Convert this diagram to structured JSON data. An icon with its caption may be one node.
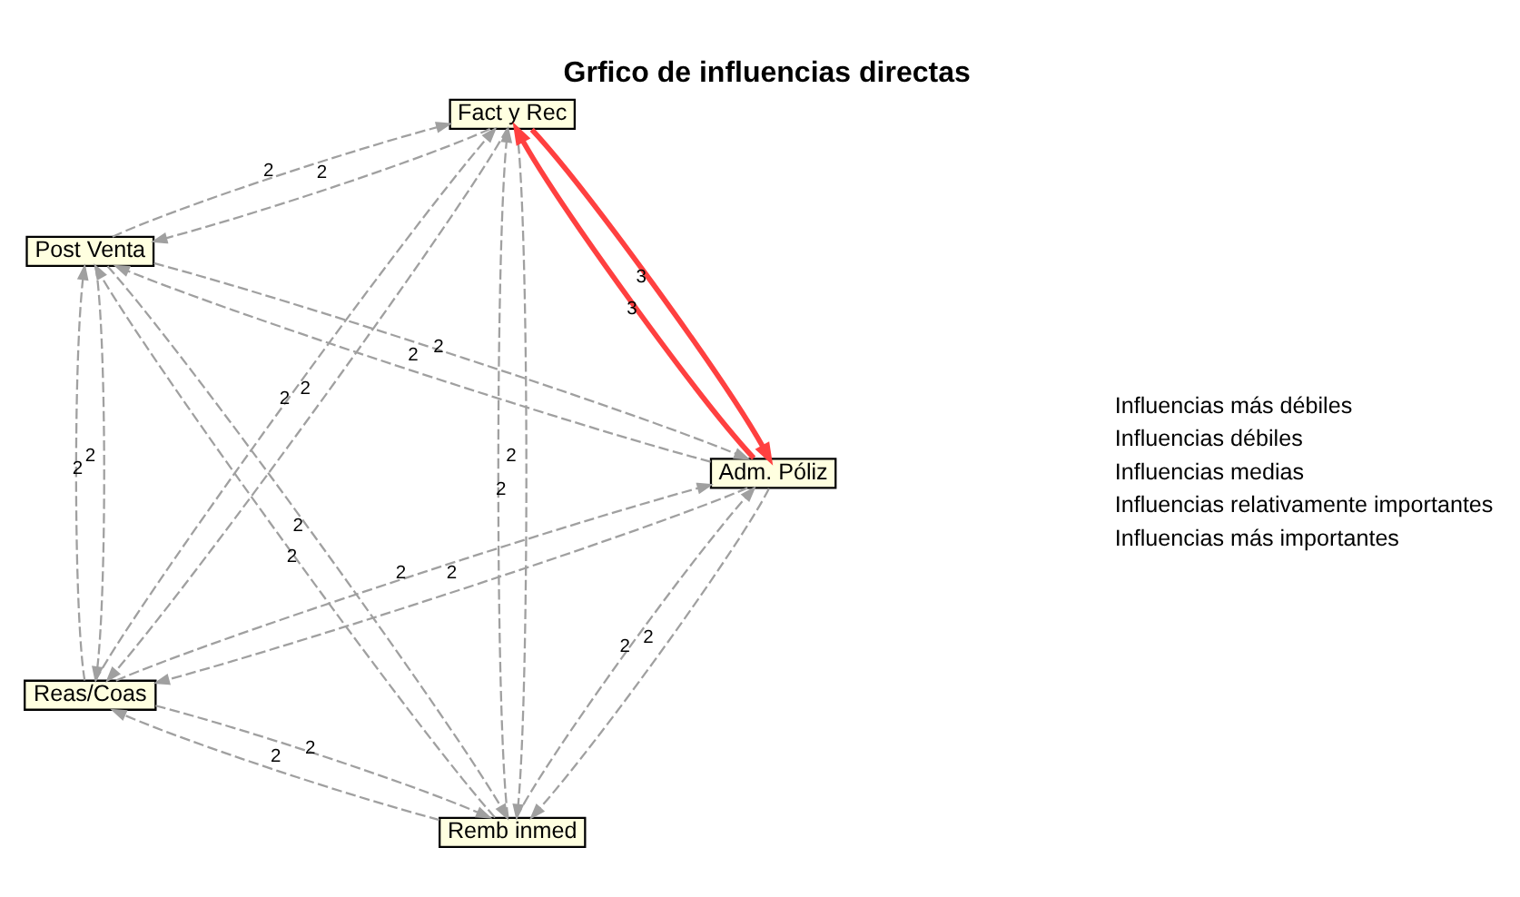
{
  "diagram": {
    "title": "Grfico de influencias directas",
    "nodes": [
      {
        "text": [
          "Fact y Rec"
        ]
      },
      {
        "text": [
          "Post Venta"
        ]
      },
      {
        "text": [
          "Remb inmed"
        ]
      },
      {
        "text": [
          "Reas/Coas"
        ]
      },
      {
        "text": [
          "Adm. Póliz"
        ]
      }
    ],
    "edges": [
      {
        "from": 0,
        "to": 1,
        "arrow": "to",
        "label": "2",
        "style": "dashed"
      },
      {
        "from": 1,
        "to": 0,
        "arrow": "to",
        "label": "2",
        "style": "dashed"
      },
      {
        "from": 0,
        "to": 2,
        "arrow": "to",
        "label": "2",
        "style": "dashed"
      },
      {
        "from": 2,
        "to": 0,
        "arrow": "to",
        "label": "2",
        "style": "dashed"
      },
      {
        "from": 0,
        "to": 3,
        "arrow": "to",
        "label": "2",
        "style": "dashed"
      },
      {
        "from": 3,
        "to": 0,
        "arrow": "to",
        "label": "2",
        "style": "dashed"
      },
      {
        "from": 0,
        "to": 4,
        "arrow": "to",
        "label": "3",
        "style": "thick",
        "color": "#ff4040"
      },
      {
        "from": 4,
        "to": 0,
        "arrow": "to",
        "label": "3",
        "style": "thick",
        "color": "#ff4040"
      },
      {
        "from": 1,
        "to": 3,
        "arrow": "to",
        "label": "2",
        "style": "dashed"
      },
      {
        "from": 3,
        "to": 1,
        "arrow": "to",
        "label": "2",
        "style": "dashed"
      },
      {
        "from": 2,
        "to": 1,
        "arrow": "to",
        "label": "2",
        "style": "dashed"
      },
      {
        "from": 1,
        "to": 2,
        "arrow": "to",
        "label": "2",
        "style": "dashed"
      },
      {
        "from": 2,
        "to": 3,
        "arrow": "to",
        "label": "2",
        "style": "dashed"
      },
      {
        "from": 3,
        "to": 2,
        "arrow": "to",
        "label": "2",
        "style": "dashed"
      },
      {
        "from": 4,
        "to": 2,
        "arrow": "to",
        "label": "2",
        "style": "dashed"
      },
      {
        "from": 2,
        "to": 4,
        "arrow": "to",
        "label": "2",
        "style": "dashed"
      },
      {
        "from": 4,
        "to": 1,
        "arrow": "to",
        "label": "2",
        "style": "dashed"
      },
      {
        "from": 1,
        "to": 4,
        "arrow": "to",
        "label": "2",
        "style": "dashed"
      },
      {
        "from": 4,
        "to": 3,
        "arrow": "to",
        "label": "2",
        "style": "dashed"
      },
      {
        "from": 3,
        "to": 4,
        "arrow": "to",
        "label": "2",
        "style": "dashed"
      }
    ],
    "legend": [
      {
        "text": "Influencias más débiles"
      },
      {
        "text": "Influencias débiles"
      },
      {
        "text": "Influencias medias"
      },
      {
        "text": "Influencias relativamente importantes"
      },
      {
        "text": "Influencias más importantes"
      }
    ]
  }
}
